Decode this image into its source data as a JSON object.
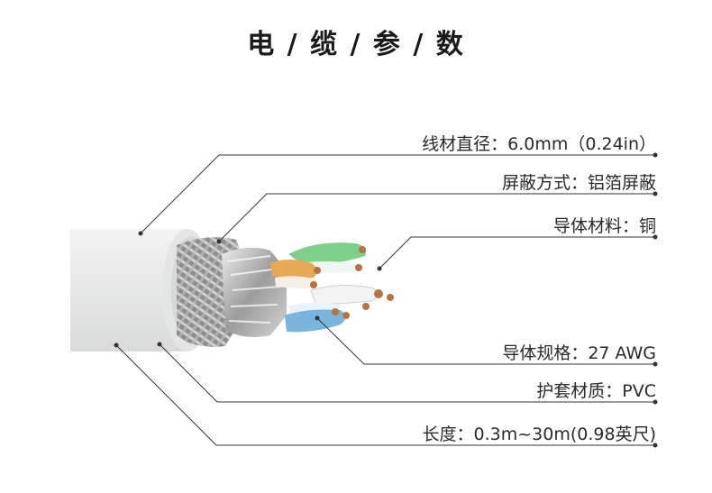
{
  "title": "电 / 缆 / 参 / 数",
  "specs": [
    "线材直径：6.0mm（0.24in）",
    "屏蔽方式：铝箔屏蔽",
    "导体材料：铜",
    "导体规格：27 AWG",
    "护套材质：PVC",
    "长度：0.3m~30m(0.98英尺)"
  ],
  "colors": {
    "jacket": "#e9eaea",
    "braid": "#9a9a9a",
    "foil": "#c8c8c8",
    "pair_green": "#7dd08a",
    "pair_orange": "#e7a955",
    "pair_blue": "#79b4dc",
    "copper": "#b87340",
    "line": "#333333"
  }
}
